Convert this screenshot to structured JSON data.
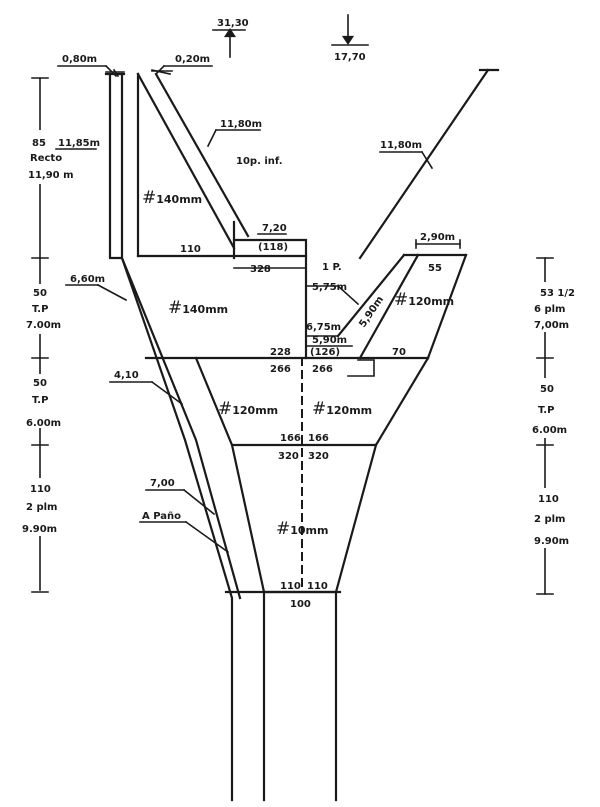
{
  "top": {
    "left_value": "31,30",
    "right_value": "17,70"
  },
  "outer": {
    "top_left_width": "0,80m",
    "top_inner_width": "0,20m",
    "diag_left_length": "11,80m",
    "diag_right_length": "11,80m",
    "wing_left_length": "6,60m",
    "wing_mid_length": "4,10",
    "wing_low_length": "7,00",
    "wing_low_name": "A  Paño"
  },
  "left_scale": {
    "s1": [
      "85",
      "11,85m",
      "Recto",
      "11,90 m"
    ],
    "s2": [
      "50",
      "T.P",
      "7.00m"
    ],
    "s3": [
      "50",
      "T.P",
      "6.00m"
    ],
    "s4": [
      "110",
      "2 plm",
      "9.90m"
    ]
  },
  "right_scale": {
    "s1": [
      "53  1/2",
      "6 plm",
      "7,00m"
    ],
    "s2": [
      "50",
      "T.P",
      "6.00m"
    ],
    "s3": [
      "110",
      "2 plm",
      "9.90m"
    ]
  },
  "panels": {
    "upper_left_mesh": "140mm",
    "mid_left_mesh": "140mm",
    "right_wing_mesh": "120mm",
    "low_left_mesh": "120mm",
    "low_right_mesh": "120mm",
    "cod_mesh": "10mm",
    "cover_note": "10p. inf."
  },
  "numbers": {
    "n110_upper": "110",
    "n720": "7,20",
    "n118": "(118)",
    "n328": "328",
    "n1p": "1 P.",
    "n575": "5,75m",
    "n590_diag": "5,90m",
    "n290": "2,90m",
    "n55": "55",
    "n675": "6,75m",
    "n590": "5,90m",
    "n126": "(126)",
    "n228": "228",
    "n70": "70",
    "n266_l": "266",
    "n266_r": "266",
    "n166_l": "166",
    "n166_r": "166",
    "n320_l": "320",
    "n320_r": "320",
    "n110_l": "110",
    "n110_r": "110",
    "n100": "100"
  }
}
